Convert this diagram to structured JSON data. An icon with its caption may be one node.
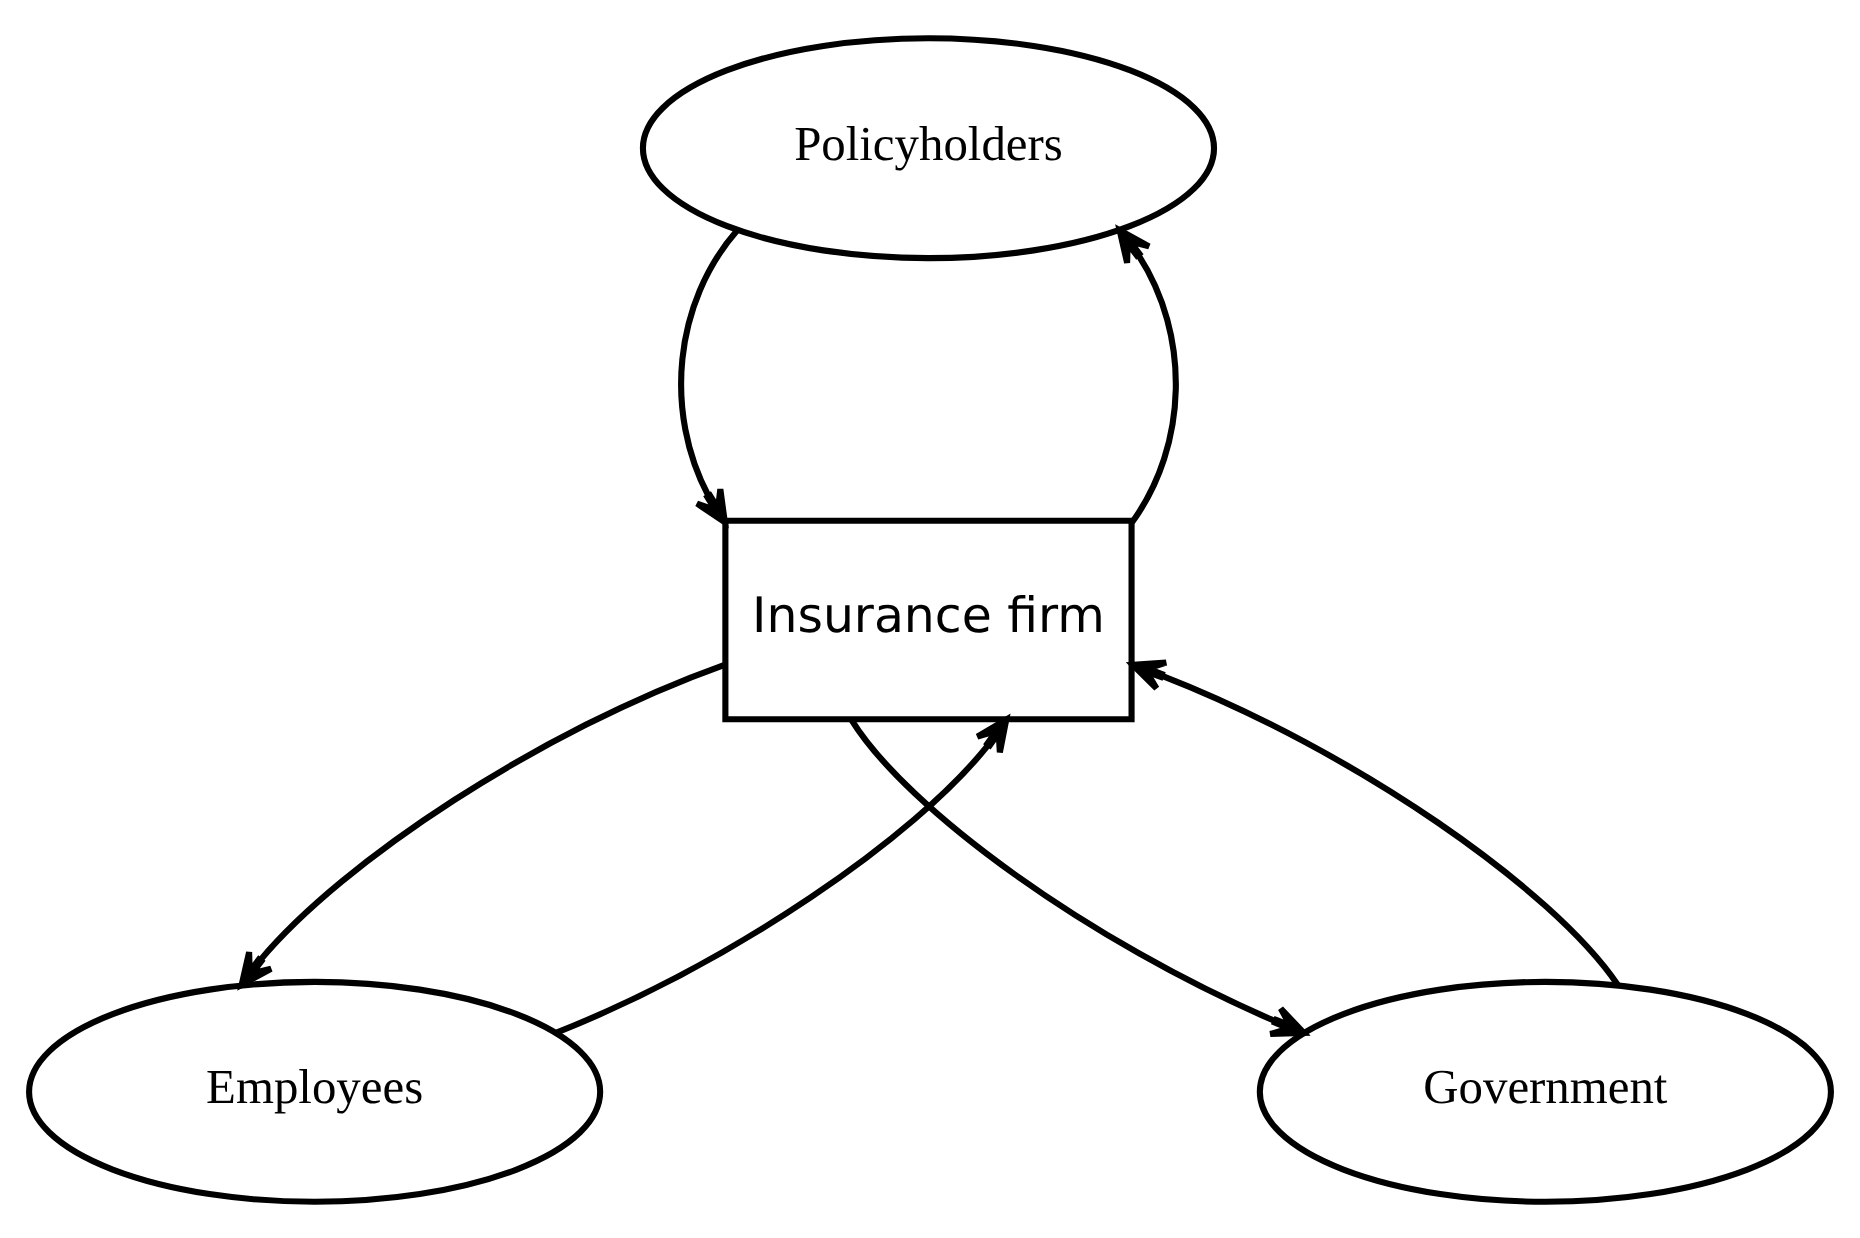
{
  "diagram": {
    "nodes": [
      {
        "text": [
          "Policyholders"
        ]
      },
      {
        "text": [
          "Insurance firm"
        ]
      },
      {
        "text": [
          "Employees"
        ]
      },
      {
        "text": [
          "Government"
        ]
      }
    ],
    "edges": [
      {
        "from": 0,
        "to": 1,
        "arrow": "to"
      },
      {
        "from": 1,
        "to": 0,
        "arrow": "to"
      },
      {
        "from": 2,
        "to": 1,
        "arrow": "to"
      },
      {
        "from": 1,
        "to": 2,
        "arrow": "to"
      },
      {
        "from": 1,
        "to": 3,
        "arrow": "to"
      },
      {
        "from": 3,
        "to": 1,
        "arrow": "to"
      }
    ]
  }
}
